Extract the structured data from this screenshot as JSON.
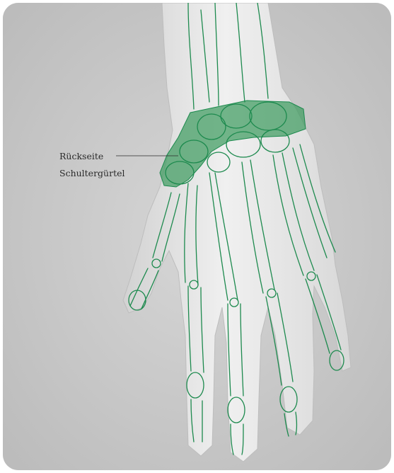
{
  "illustration": {
    "subject": "hand-skeleton-dorsal-view",
    "colors": {
      "background": "#c8c8c8",
      "skin": "#e4e4e4",
      "bone_outline": "#1d8a4e",
      "highlight_zone": "#3a9a5c"
    }
  },
  "annotation": {
    "line1": "Rückseite",
    "line2": "Schultergürtel"
  }
}
